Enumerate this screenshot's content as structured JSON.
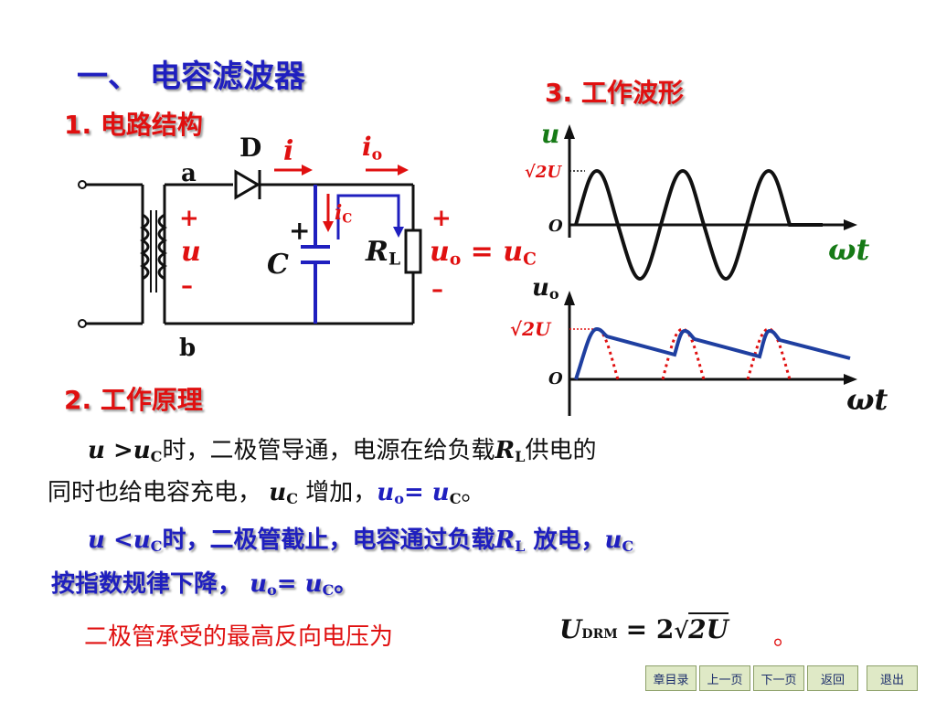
{
  "title": "一、 电容滤波器",
  "section1": "1. 电路结构",
  "section2": "2. 工作原理",
  "section3": "3.  工作波形",
  "circuit": {
    "D": "D",
    "a": "a",
    "b": "b",
    "i": "i",
    "io": "i",
    "io_sub": "o",
    "ic": "i",
    "ic_sub": "C",
    "plus_left": "+",
    "u": "u",
    "minus_left": "–",
    "C_plus": "+",
    "C": "C",
    "RL": "R",
    "RL_sub": "L",
    "plus_right": "+",
    "uo": "u",
    "uo_sub": "o",
    "eq": "=",
    "uc": "u",
    "uc_sub": "C",
    "minus_right": "–"
  },
  "waveform": {
    "top_y": "u",
    "top_amp": "√2U",
    "top_o": "O",
    "top_x": "ωt",
    "bot_y": "u",
    "bot_y_sub": "o",
    "bot_amp": "√2U",
    "bot_o": "O",
    "bot_x": "ωt"
  },
  "para1": {
    "a1": "u >u",
    "a1_sub": "C",
    "a2": "时，二极管导通，电源在给负载",
    "a3": "R",
    "a3_sub": "L",
    "a4": "供电的",
    "b1": "同时也给电容充电，",
    "b2": "u",
    "b2_sub": "C",
    "b3": " 增加，",
    "b4": "u",
    "b4_sub": "o",
    "b5": "= u",
    "b5_sub": "C",
    "b6": "。"
  },
  "para2": {
    "a1": "u <u",
    "a1_sub": "C",
    "a2": "时，二极管截止，电容通过负载",
    "a3": "R",
    "a3_sub": "L",
    "a4": " 放电，",
    "a5": "u",
    "a5_sub": "C",
    "b1": "按指数规律下降，",
    "b2": "u",
    "b2_sub": "o",
    "b3": "= u",
    "b3_sub": "C",
    "b4": "。"
  },
  "para3": {
    "text": "二极管承受的最高反向电压为",
    "formula_U": "U",
    "formula_sub": "DRM",
    "formula_eq": "= 2",
    "formula_root": "2U",
    "end": "。"
  },
  "nav": [
    "章目录",
    "上一页",
    "下一页",
    "返回",
    "退出"
  ],
  "colors": {
    "title": "#1f1fbf",
    "accent": "#e01010",
    "wave": "#1f3fa0",
    "nav_bg": "#dfe9c6"
  }
}
